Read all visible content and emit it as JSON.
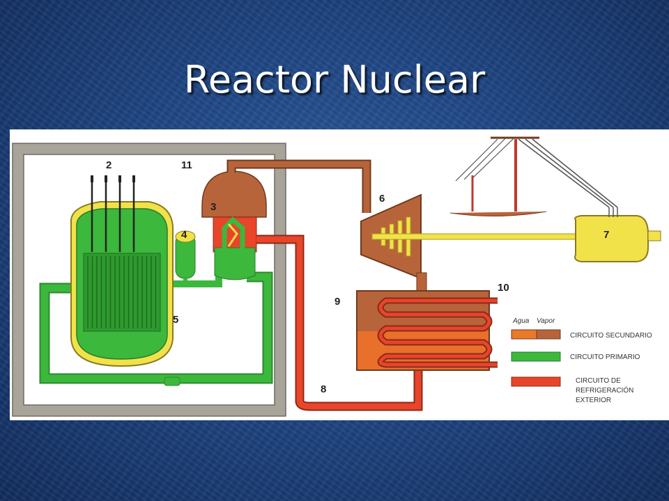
{
  "slide": {
    "title": "Reactor Nuclear"
  },
  "diagram": {
    "labels": {
      "n2": "2",
      "n3": "3",
      "n4": "4",
      "n5": "5",
      "n6": "6",
      "n7": "7",
      "n8": "8",
      "n9": "9",
      "n10": "10",
      "n11": "11"
    },
    "legend": {
      "water": "Agua",
      "steam": "Vapor",
      "secondary": "CIRCUITO SECUNDARIO",
      "primary": "CIRCUITO PRIMARIO",
      "cooling_line1": "CIRCUITO DE",
      "cooling_line2": "REFRIGERACIÓN",
      "cooling_line3": "EXTERIOR"
    }
  },
  "colors": {
    "primary_circuit": "#3cb83c",
    "secondary_water": "#e87a2a",
    "secondary_steam": "#b8643a",
    "cooling_circuit": "#e8452a",
    "generator": "#f2e24a",
    "containment": "#a8a49a"
  }
}
